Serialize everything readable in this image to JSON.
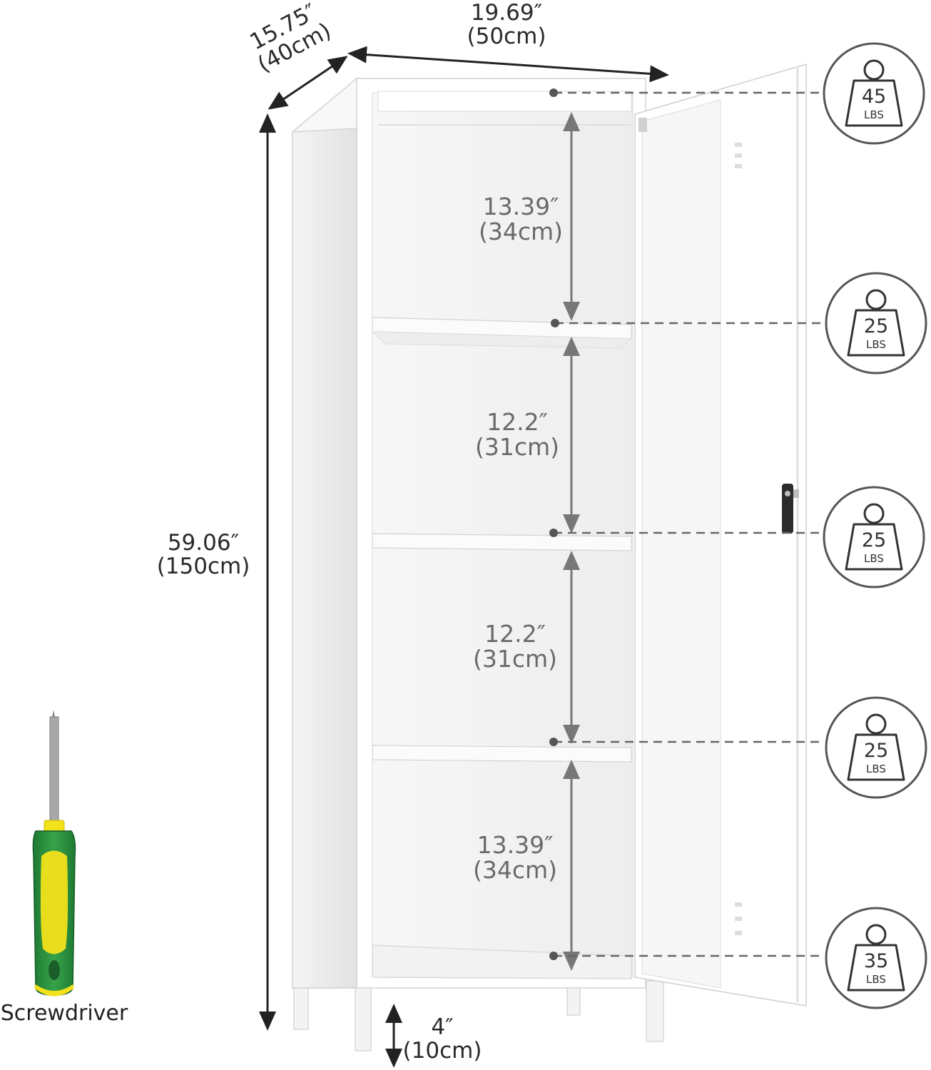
{
  "dimensions": {
    "depth": {
      "in": "15.75″",
      "cm": "(40cm)"
    },
    "width": {
      "in": "19.69″",
      "cm": "(50cm)"
    },
    "height": {
      "in": "59.06″",
      "cm": "(150cm)"
    },
    "leg_height": {
      "in": "4″",
      "cm": "(10cm)"
    }
  },
  "shelf_heights": [
    {
      "in": "13.39″",
      "cm": "(34cm)"
    },
    {
      "in": "12.2″",
      "cm": "(31cm)"
    },
    {
      "in": "12.2″",
      "cm": "(31cm)"
    },
    {
      "in": "13.39″",
      "cm": "(34cm)"
    }
  ],
  "load_capacities": [
    {
      "value": "45",
      "unit": "LBS"
    },
    {
      "value": "25",
      "unit": "LBS"
    },
    {
      "value": "25",
      "unit": "LBS"
    },
    {
      "value": "25",
      "unit": "LBS"
    },
    {
      "value": "35",
      "unit": "LBS"
    }
  ],
  "accessory": {
    "label": "Screwdriver"
  },
  "colors": {
    "cabinet": "#ffffff",
    "cabinet_shadow": "#e6e6e6",
    "measure_line": "#222222",
    "shelf_measure": "#777777",
    "screwdriver_green": "#2f8a3c",
    "screwdriver_yellow": "#f2e21b"
  }
}
